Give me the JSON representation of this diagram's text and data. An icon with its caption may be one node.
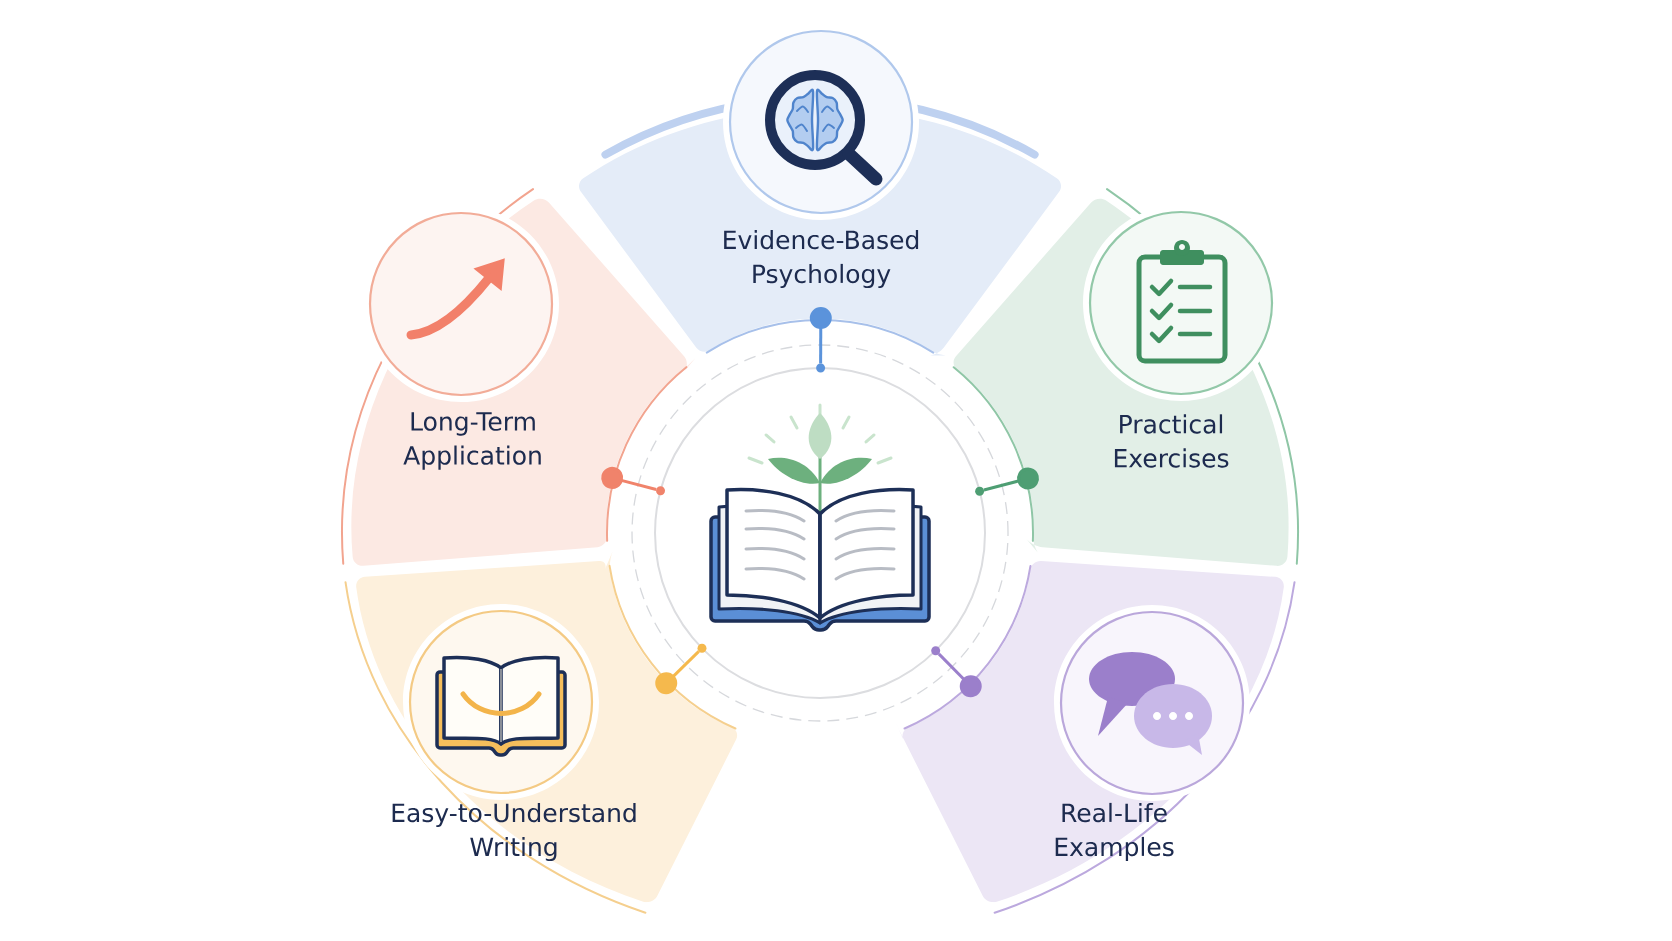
{
  "diagram": {
    "nodes": [
      {
        "text": [
          "Evidence-Based Psychology"
        ]
      },
      {
        "text": [
          "Long-Term Application"
        ]
      },
      {
        "text": [
          "Practical Exercises"
        ]
      },
      {
        "text": [],
        "shape": "circle"
      },
      {
        "text": [
          "Easy-to-Understand Writing"
        ]
      },
      {
        "text": [
          "Real-Life Examples"
        ]
      }
    ],
    "edges": [
      {
        "from": 3,
        "to": 0,
        "arrow": "other",
        "color": "#5b93db"
      },
      {
        "from": 3,
        "to": 1,
        "arrow": "other",
        "color": "#f0836b"
      },
      {
        "from": 3,
        "to": 2,
        "arrow": "other",
        "color": "#4e9e73"
      },
      {
        "from": 3,
        "to": 4,
        "arrow": "other",
        "color": "#f5b94d"
      },
      {
        "from": 3,
        "to": 5,
        "arrow": "other",
        "color": "#9b7fcb"
      }
    ]
  }
}
